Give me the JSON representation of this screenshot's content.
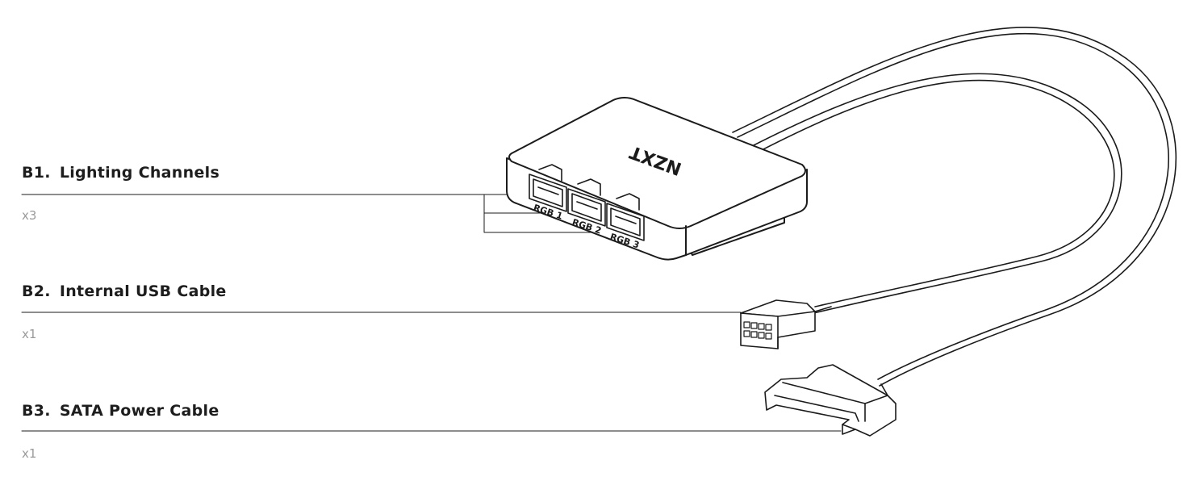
{
  "callouts": [
    {
      "code": "B1.",
      "title": "Lighting Channels",
      "quantity": "x3"
    },
    {
      "code": "B2.",
      "title": "Internal USB Cable",
      "quantity": "x1"
    },
    {
      "code": "B3.",
      "title": "SATA Power Cable",
      "quantity": "x1"
    }
  ],
  "device": {
    "logo_text": "NZXT",
    "port_labels": [
      "RGB 1",
      "RGB 2",
      "RGB 3"
    ]
  },
  "colors": {
    "line": "#1b1b1b",
    "device_top": "#ffffff",
    "title_text": "#1d1d1d",
    "quantity_text": "#9a9a9a"
  }
}
